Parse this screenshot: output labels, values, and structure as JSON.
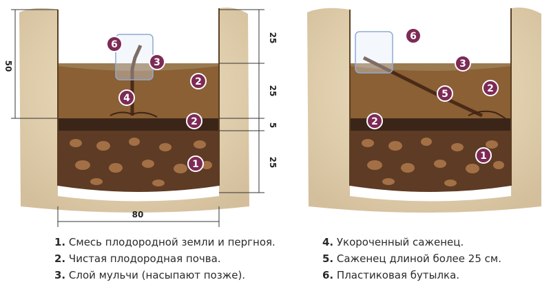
{
  "colors": {
    "topsoil": "#c6a25c",
    "clean_soil": "#8a6034",
    "dark_layer": "#3a2518",
    "fertile_mix": "#5e3b24",
    "stone": "#b07a4c",
    "marker": "#7d2a55",
    "bottle": "#8eaad4"
  },
  "dimensions": {
    "d50": "50",
    "d25_top": "25",
    "d25_mid": "25",
    "d5": "5",
    "d25_bot": "25",
    "d80": "80"
  },
  "markers": {
    "left": [
      "6",
      "3",
      "2",
      "4",
      "2",
      "1"
    ],
    "right": [
      "6",
      "3",
      "2",
      "5",
      "2",
      "1"
    ]
  },
  "legend": {
    "left": [
      {
        "num": "1.",
        "text": " Смесь плодородной земли и пергноя."
      },
      {
        "num": "2.",
        "text": " Чистая плодородная почва."
      },
      {
        "num": "3.",
        "text": " Слой мульчи (насыпают позже)."
      }
    ],
    "right": [
      {
        "num": "4.",
        "text": " Укороченный саженец."
      },
      {
        "num": "5.",
        "text": " Саженец длиной более 25 см."
      },
      {
        "num": "6.",
        "text": " Пластиковая бутылка."
      }
    ]
  }
}
